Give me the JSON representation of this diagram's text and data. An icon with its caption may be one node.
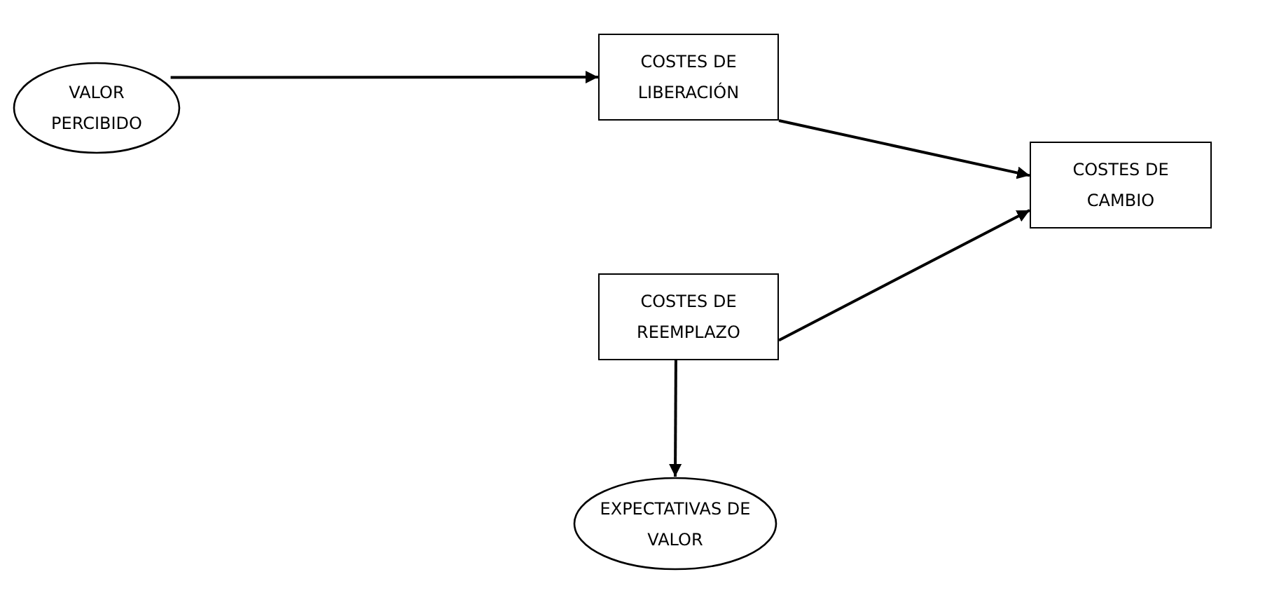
{
  "diagram": {
    "nodes": [
      {
        "text": [
          "VALOR PERCIBIDO"
        ]
      },
      {
        "text": [
          "COSTES DE LIBERACIÓN"
        ]
      },
      {
        "text": [
          "COSTES DE CAMBIO"
        ]
      },
      {
        "text": [
          "COSTES DE REEMPLAZO"
        ]
      },
      {
        "text": [
          "EXPECTATIVAS DE VALOR"
        ]
      }
    ],
    "edges": [
      {
        "from": 0,
        "to": 1,
        "arrow": "to"
      },
      {
        "from": 1,
        "to": 2,
        "arrow": "to"
      },
      {
        "from": 3,
        "to": 2,
        "arrow": "to"
      },
      {
        "from": 3,
        "to": 4,
        "arrow": "to"
      }
    ]
  }
}
